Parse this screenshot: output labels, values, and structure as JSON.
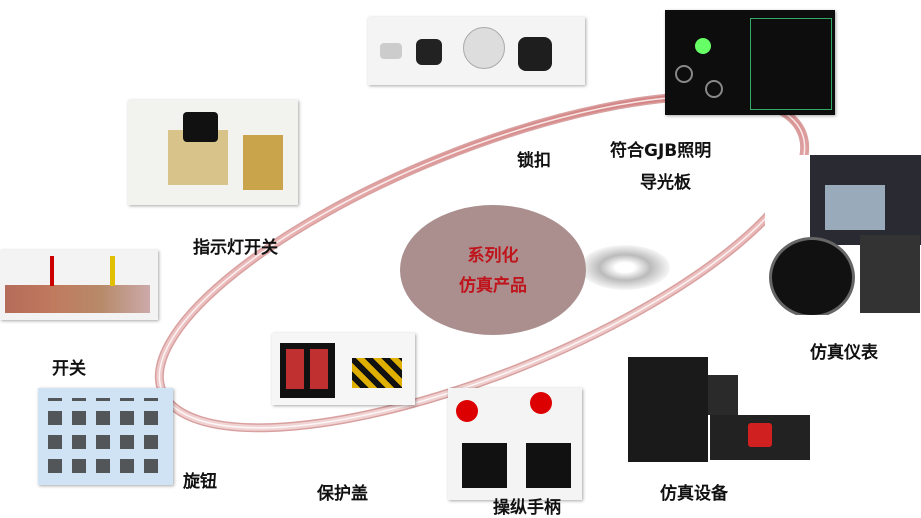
{
  "center": {
    "line1": "系列化",
    "line2": "仿真产品"
  },
  "labels": {
    "lock": "锁扣",
    "light_guide_1": "符合GJB照明",
    "light_guide_2": "导光板",
    "indicator_switch": "指示灯开关",
    "switch": "开关",
    "knob": "旋钮",
    "guard": "保护盖",
    "handle": "操纵手柄",
    "sim_equipment": "仿真设备",
    "sim_instrument": "仿真仪表"
  },
  "colors": {
    "ring": "#e8a6a6",
    "center_fill": "#ab8f8f",
    "center_text": "#c0141c"
  }
}
